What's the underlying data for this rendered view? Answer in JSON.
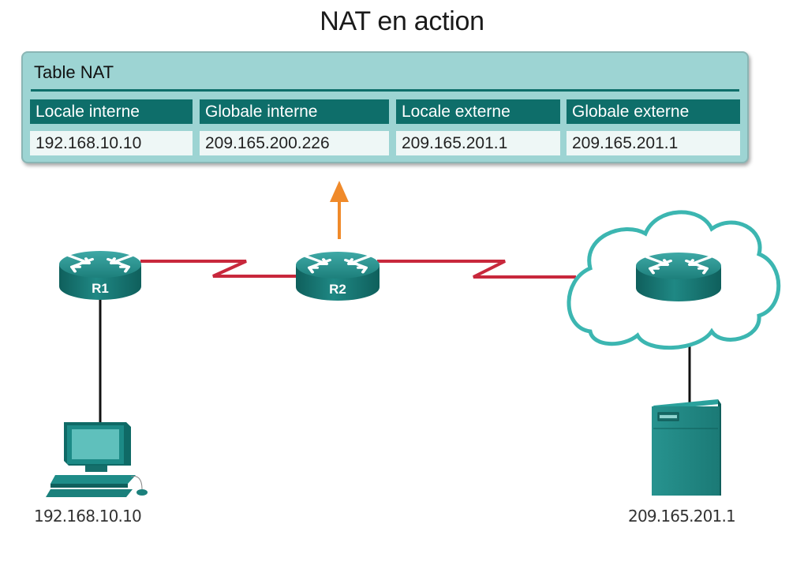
{
  "title": "NAT en action",
  "nat_table": {
    "title": "Table NAT",
    "headers": [
      "Locale interne",
      "Globale interne",
      "Locale externe",
      "Globale externe"
    ],
    "row": [
      "192.168.10.10",
      "209.165.200.226",
      "209.165.201.1",
      "209.165.201.1"
    ]
  },
  "topology": {
    "router_r1_label": "R1",
    "router_r2_label": "R2",
    "pc_address": "192.168.10.10",
    "server_address": "209.165.201.1"
  },
  "colors": {
    "teal_dark": "#0e6e6a",
    "teal_panel": "#9dd4d3",
    "serial_link": "#c8283c",
    "arrow": "#f08a2a",
    "cloud_outline": "#3cb6b1"
  }
}
